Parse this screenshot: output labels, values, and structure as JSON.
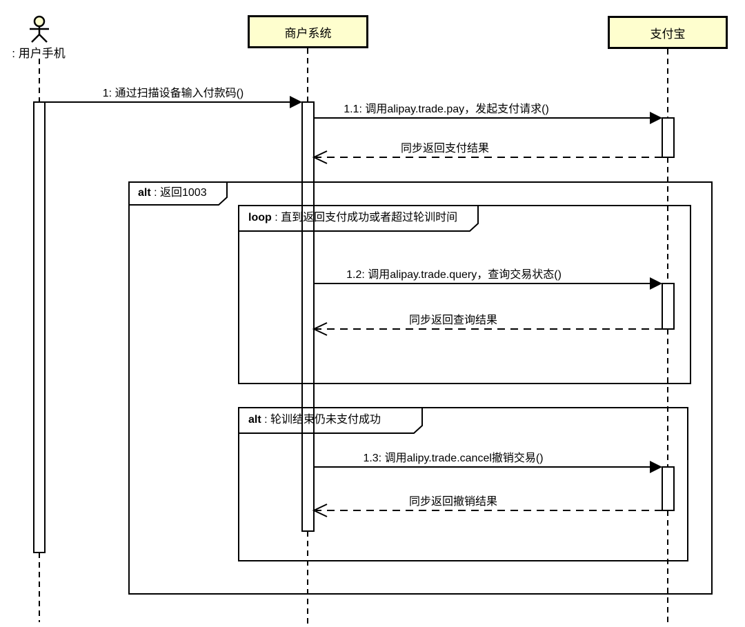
{
  "diagram": {
    "type": "uml-sequence-diagram",
    "participants": [
      {
        "id": "user-phone",
        "kind": "actor",
        "label": ": 用户手机"
      },
      {
        "id": "merchant",
        "kind": "participant",
        "label": "商户系统"
      },
      {
        "id": "alipay",
        "kind": "participant",
        "label": "支付宝"
      }
    ],
    "messages": [
      {
        "id": "m1",
        "from": "user-phone",
        "to": "merchant",
        "style": "solid",
        "label": "1: 通过扫描设备输入付款码()"
      },
      {
        "id": "m11",
        "from": "merchant",
        "to": "alipay",
        "style": "solid",
        "label": "1.1: 调用alipay.trade.pay，发起支付请求()"
      },
      {
        "id": "r1",
        "from": "alipay",
        "to": "merchant",
        "style": "return",
        "label": "同步返回支付结果"
      },
      {
        "id": "m12",
        "from": "merchant",
        "to": "alipay",
        "style": "solid",
        "label": "1.2: 调用alipay.trade.query，查询交易状态()"
      },
      {
        "id": "r2",
        "from": "alipay",
        "to": "merchant",
        "style": "return",
        "label": "同步返回查询结果"
      },
      {
        "id": "m13",
        "from": "merchant",
        "to": "alipay",
        "style": "solid",
        "label": "1.3: 调用alipy.trade.cancel撤销交易()"
      },
      {
        "id": "r3",
        "from": "alipay",
        "to": "merchant",
        "style": "return",
        "label": "同步返回撤销结果"
      }
    ],
    "fragments": [
      {
        "id": "alt-outer",
        "keyword": "alt",
        "rest": " : 返回1003"
      },
      {
        "id": "loop",
        "keyword": "loop",
        "rest": " : 直到返回支付成功或者超过轮训时间"
      },
      {
        "id": "alt-inner",
        "keyword": "alt",
        "rest": " : 轮训结束仍未支付成功"
      }
    ],
    "colors": {
      "participant_fill": "#FEFECE",
      "border": "#000000",
      "line": "#000000",
      "background": "#FFFFFF"
    }
  }
}
